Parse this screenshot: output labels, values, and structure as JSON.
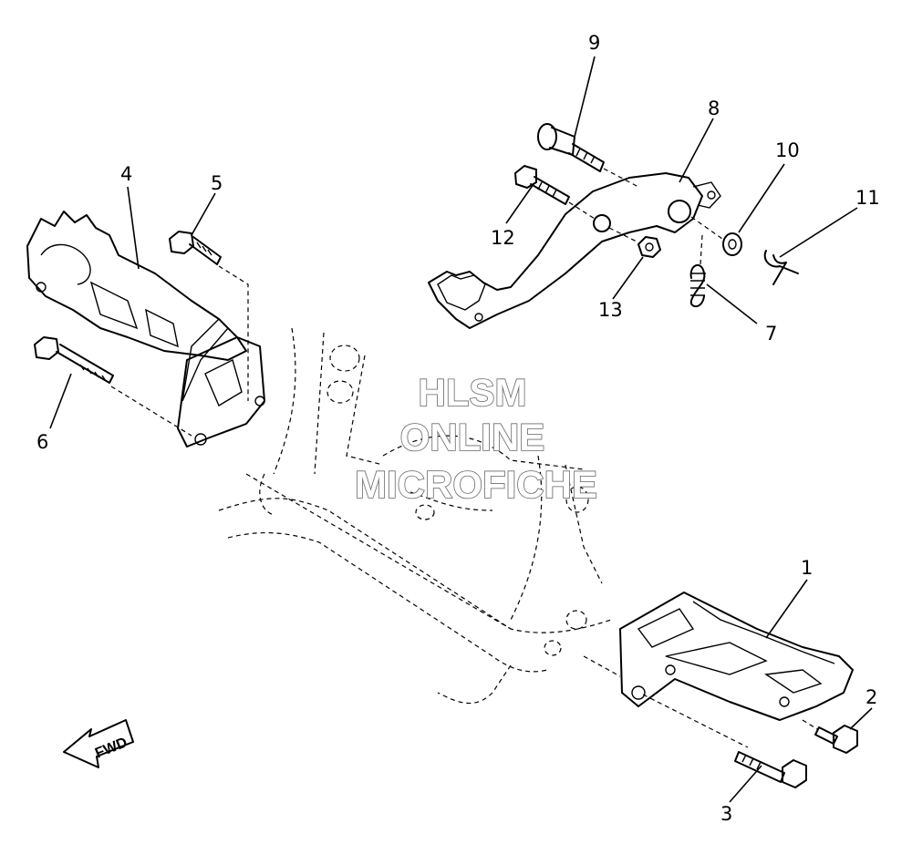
{
  "callouts": [
    "1",
    "2",
    "3",
    "4",
    "5",
    "6",
    "7",
    "8",
    "9",
    "10",
    "11",
    "12",
    "13"
  ],
  "watermark": {
    "line1": "HLSM",
    "line2": "ONLINE",
    "line3": "MICROFICHE"
  },
  "direction_label": "FWD"
}
